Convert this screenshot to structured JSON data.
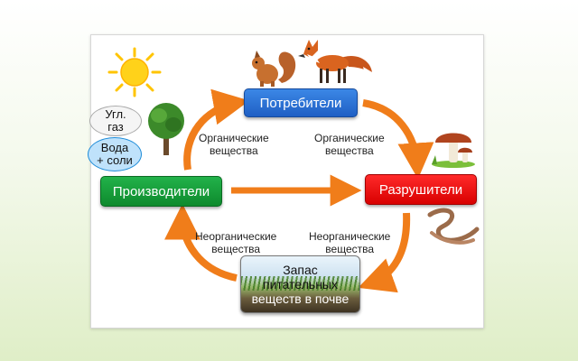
{
  "nodes": {
    "consumers": "Потребители",
    "producers": "Производители",
    "decomposers": "Разрушители",
    "soil_line1": "Запас",
    "soil_line2": "питательных",
    "soil_line3": "веществ в почве"
  },
  "labels": {
    "organic_left_1": "Органические",
    "organic_left_2": "вещества",
    "organic_right_1": "Органические",
    "organic_right_2": "вещества",
    "inorganic_left_1": "Неорганические",
    "inorganic_left_2": "вещества",
    "inorganic_right_1": "Неорганические",
    "inorganic_right_2": "вещества"
  },
  "bubbles": {
    "gas_1": "Угл.",
    "gas_2": "газ",
    "water_1": "Вода",
    "water_2": "+ соли"
  },
  "icons": [
    "sun-icon",
    "squirrel-icon",
    "fox-icon",
    "tree-icon",
    "mushroom-icon",
    "worm-icon"
  ],
  "colors": {
    "arrow": "#f07d1a",
    "consumers": "#2a6fd6",
    "producers": "#16a03a",
    "decomposers": "#ee0a0a",
    "sun": "#ffd21a"
  }
}
